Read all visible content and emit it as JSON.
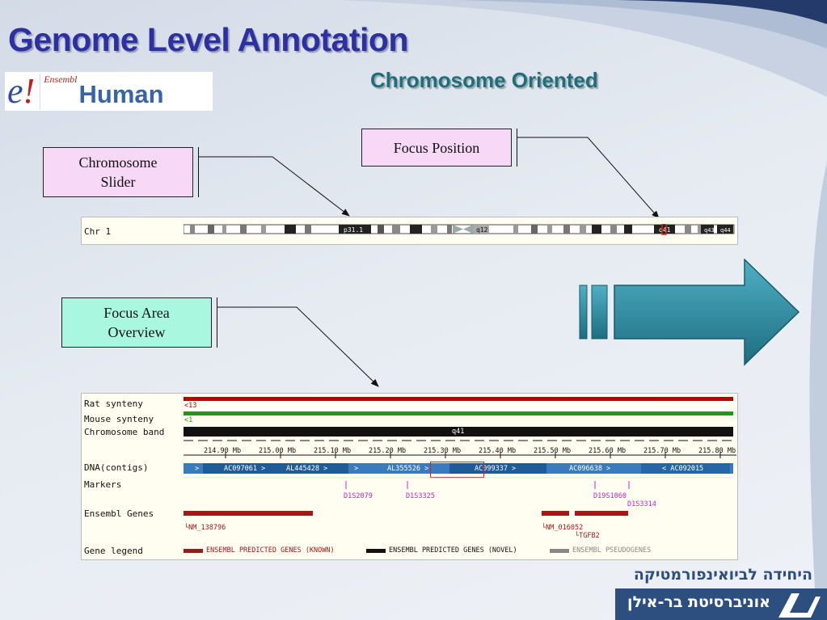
{
  "slide": {
    "title": "Genome Level Annotation",
    "subtitle": "Chromosome Oriented"
  },
  "logo": {
    "mark": "e",
    "mark_bang": "!",
    "brand": "Ensembl",
    "species": "Human"
  },
  "callouts": {
    "chromosome_slider": "Chromosome\nSlider",
    "focus_position": "Focus Position",
    "focus_area_overview": "Focus Area\nOverview"
  },
  "chromosome_panel": {
    "label": "Chr 1",
    "bands": [
      "p31.1",
      "q12",
      "q41",
      "q43",
      "q44"
    ]
  },
  "detail_panel": {
    "rows": {
      "rat": "Rat synteny",
      "mouse": "Mouse synteny",
      "band": "Chromosome band",
      "dna": "DNA(contigs)",
      "markers": "Markers",
      "genes": "Ensembl Genes",
      "legend": "Gene legend"
    },
    "rat_mark": "<13",
    "mouse_mark": "<1",
    "band_label": "q41",
    "scale": [
      "214.90 Mb",
      "215.00 Mb",
      "215.10 Mb",
      "215.20 Mb",
      "215.30 Mb",
      "215.40 Mb",
      "215.50 Mb",
      "215.60 Mb",
      "215.70 Mb",
      "215.80 Mb"
    ],
    "contigs": [
      ">",
      "AC097061 >",
      "AL445428 >",
      ">",
      "AL355526 >",
      "AC099337 >",
      "AC096638 >",
      "< AC092015"
    ],
    "markers": [
      "D1S2079",
      "D1S3325",
      "D19S1060",
      "D1S3314"
    ],
    "genes": [
      "NM_138796",
      "NM_016052",
      "TGFB2"
    ],
    "legend": [
      "ENSEMBL PREDICTED GENES (KNOWN)",
      "ENSEMBL PREDICTED GENES (NOVEL)",
      "ENSEMBL PSEUDOGENES"
    ]
  },
  "footer": {
    "unit": "היחידה לביואינפורמטיקה",
    "university": "אוניברסיטת בר-אילן"
  },
  "colors": {
    "title": "#2c30a0",
    "subtitle": "#1f6e7a",
    "rat": "#c00000",
    "mouse": "#1a9a1a",
    "contig": "#3a7bc0",
    "marker": "#cc22cc",
    "gene": "#a01818",
    "arrow": "#2a8aa0"
  }
}
